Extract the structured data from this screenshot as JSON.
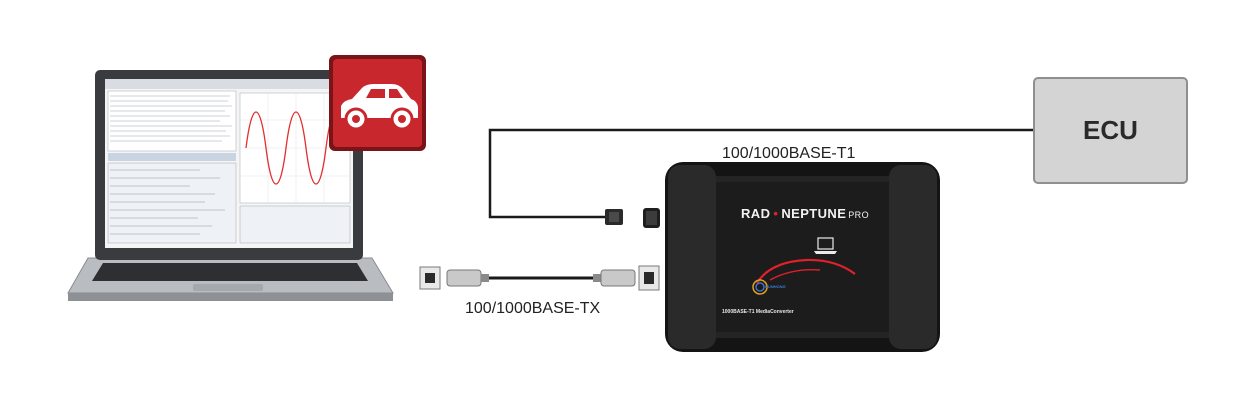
{
  "diagram": {
    "cable_top_label": "100/1000BASE-T1",
    "cable_bottom_label": "100/1000BASE-TX",
    "ecu_label": "ECU",
    "device": {
      "brand_left": "RAD",
      "brand_right": "NEPTUNE",
      "brand_suffix": "PRO",
      "subtitle": "1000BASE-T1 MediaConverter",
      "logo_text": "KUNHONG"
    },
    "laptop": {
      "screen": "software-waveform-view"
    },
    "app_icon": {
      "icon": "car-icon",
      "color": "#c8282d"
    }
  },
  "colors": {
    "cable": "#1a1a1a",
    "ecu_fill": "#d4d4d4",
    "ecu_border": "#8f8f8f",
    "device_body": "#1c1c1c",
    "waveform": "#e03030",
    "accent_red": "#c8282d"
  }
}
